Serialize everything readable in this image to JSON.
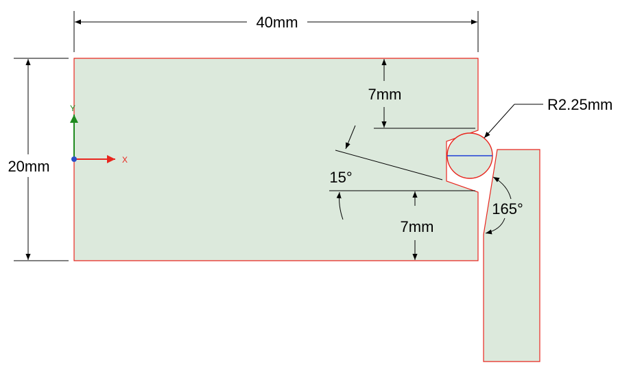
{
  "colors": {
    "part_fill": "#dce9dc",
    "part_outline": "#e8261e",
    "dim_line": "#000000",
    "axis_x": "#e8261e",
    "axis_y": "#1f8a1f",
    "origin": "#2b4fc8",
    "circle_line": "#1f3fd6"
  },
  "labels": {
    "width": "40mm",
    "height": "20mm",
    "radius": "R2.25mm",
    "top_offset": "7mm",
    "bottom_offset": "7mm",
    "angle_small": "15°",
    "angle_large": "165°"
  },
  "axes": {
    "x_label": "X",
    "y_label": "Y"
  }
}
